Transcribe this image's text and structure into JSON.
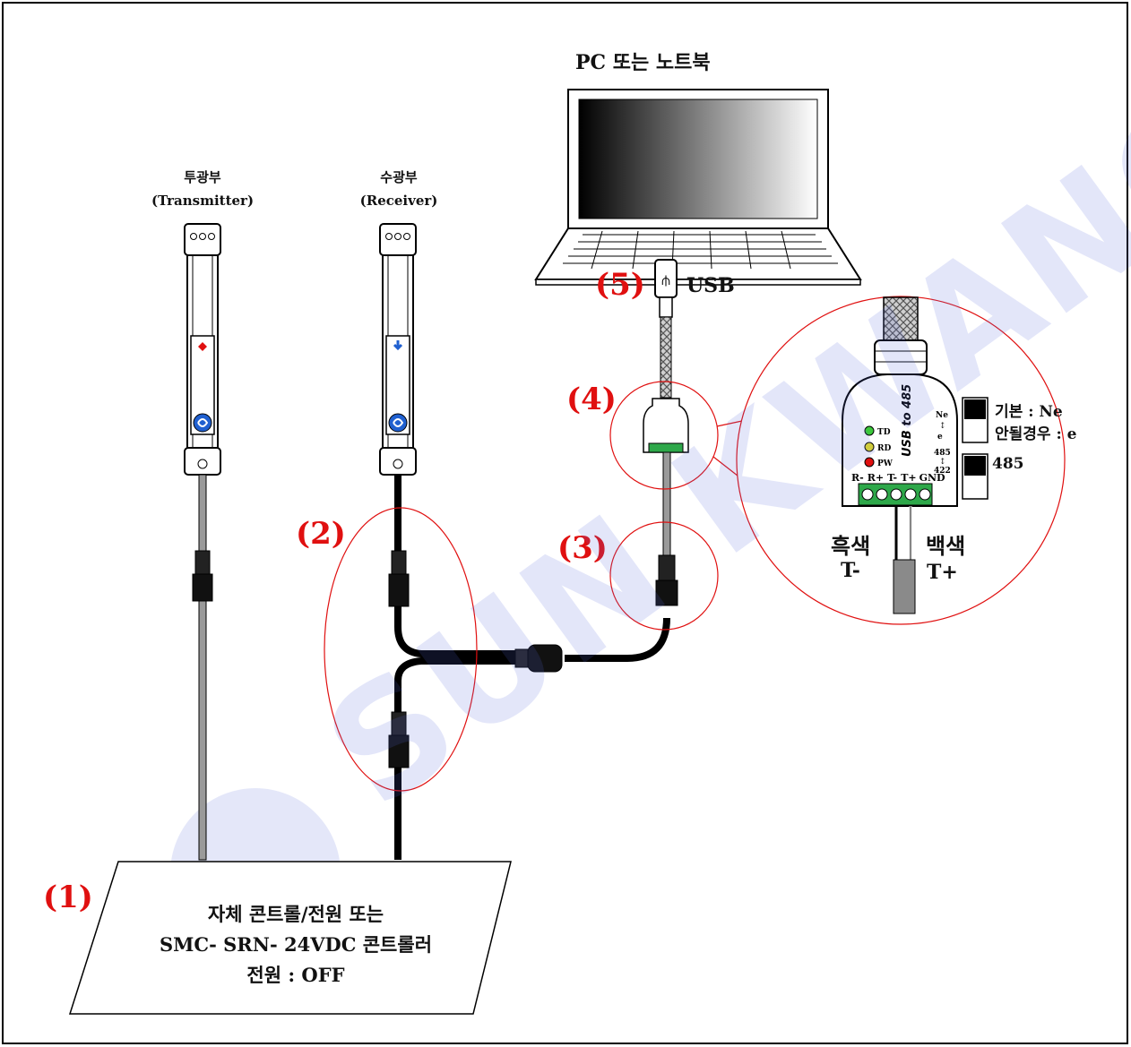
{
  "labels": {
    "pc": "PC 또는 노트북",
    "transmitter_kr": "투광부",
    "transmitter_en": "(Transmitter)",
    "receiver_kr": "수광부",
    "receiver_en": "(Receiver)",
    "usb": "USB",
    "step1": "(1)",
    "step2": "(2)",
    "step3": "(3)",
    "step4": "(4)",
    "step5": "(5)",
    "controller_line1": "자체 콘트롤/전원 또는",
    "controller_line2": "SMC- SRN- 24VDC 콘트롤러",
    "controller_line3": "전원 : OFF",
    "black_wire_kr": "흑색",
    "black_wire_pin": "T-",
    "white_wire_kr": "백색",
    "white_wire_pin": "T+",
    "switch1_line1": "기본 : Ne",
    "switch1_line2": "안될경우 : e",
    "switch2": "485"
  },
  "converter": {
    "title": "USB to 485",
    "leds": [
      "TD",
      "RD",
      "PW"
    ],
    "terminals": [
      "R-",
      "R+",
      "T-",
      "T+",
      "GND"
    ],
    "switch_text": [
      "Ne",
      "e",
      "485",
      "422"
    ]
  },
  "watermark": "SUN KWANG",
  "colors": {
    "accent_red": "#e01010",
    "watermark": "#5a6adc",
    "terminal_green": "#2ea84a"
  }
}
